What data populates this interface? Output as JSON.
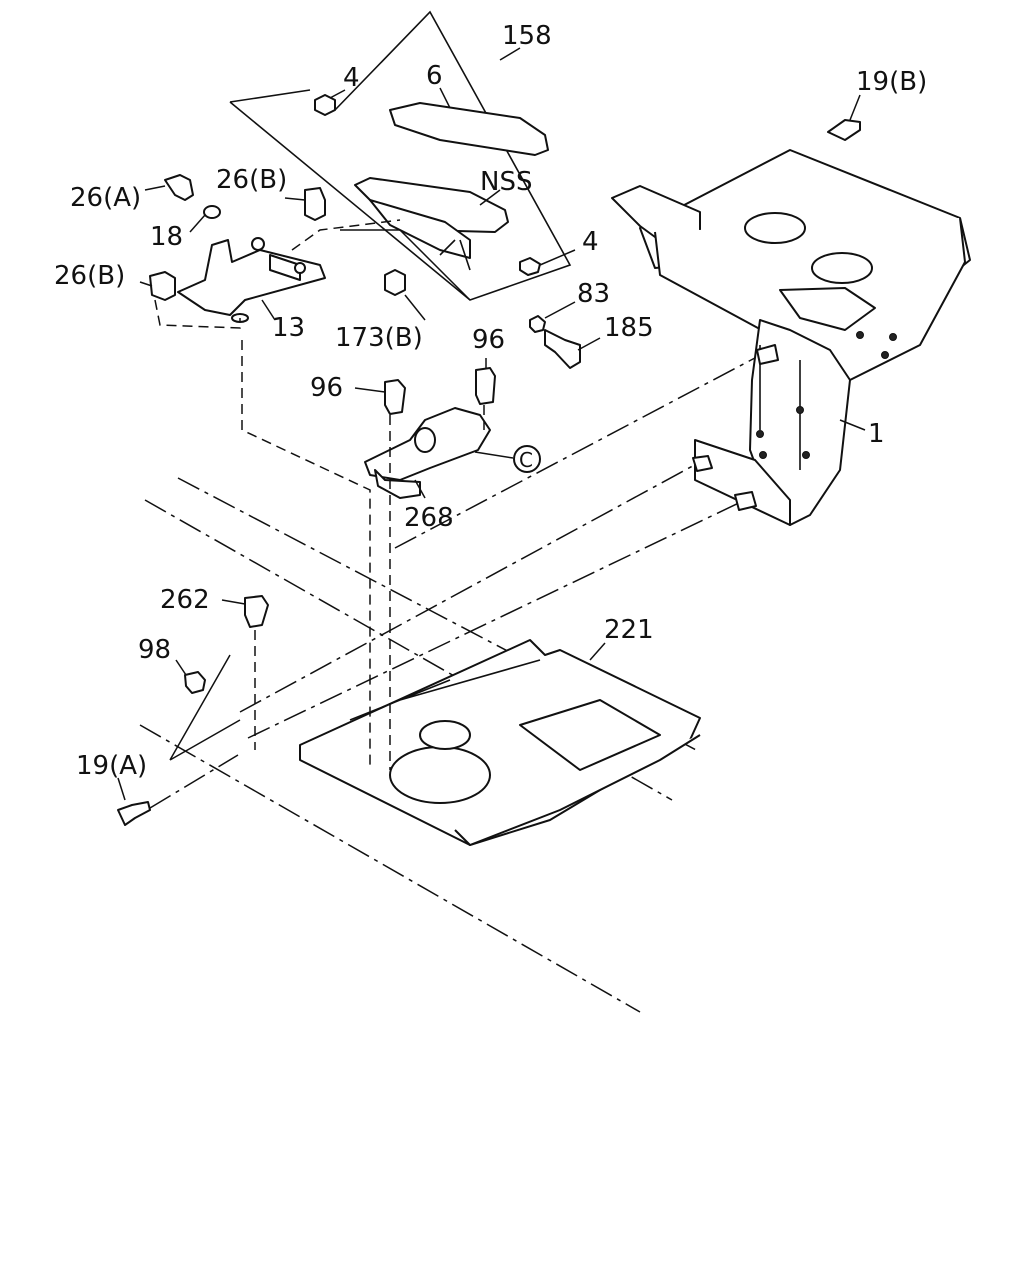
{
  "labels": {
    "l158": "158",
    "l4a": "4",
    "l6": "6",
    "l19b": "19(B)",
    "l26a": "26(A)",
    "l26b1": "26(B)",
    "lnss": "NSS",
    "l18": "18",
    "l4b": "4",
    "l26b2": "26(B)",
    "l83": "83",
    "l13": "13",
    "l173b": "173(B)",
    "l185": "185",
    "l96a": "96",
    "l96b": "96",
    "l1": "1",
    "lc": "C",
    "l268": "268",
    "l262": "262",
    "l221": "221",
    "l98": "98",
    "l19a": "19(A)"
  }
}
